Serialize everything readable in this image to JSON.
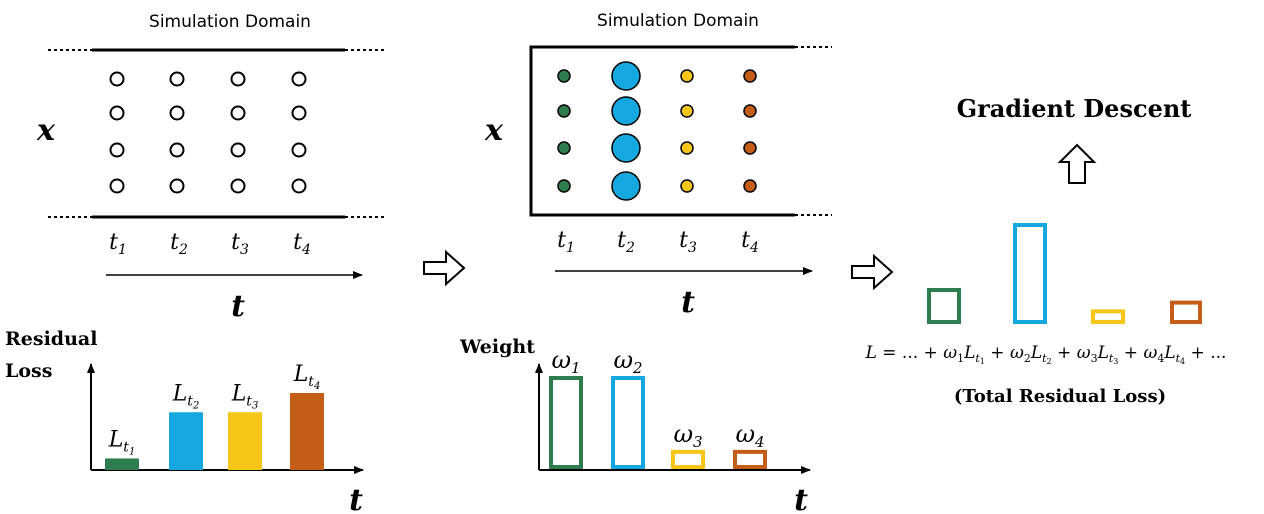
{
  "colors": {
    "green": "#2e7d4f",
    "blue": "#15a8e0",
    "yellow": "#f5c518",
    "orange": "#c45d16",
    "black": "#000000"
  },
  "left_panel": {
    "title": "Simulation Domain",
    "x_var": "x",
    "t_var": "t",
    "times": [
      "t",
      "t",
      "t",
      "t"
    ],
    "time_subs": [
      "1",
      "2",
      "3",
      "4"
    ]
  },
  "mid_panel": {
    "title": "Simulation Domain",
    "x_var": "x",
    "t_var": "t",
    "times": [
      "t",
      "t",
      "t",
      "t"
    ],
    "time_subs": [
      "1",
      "2",
      "3",
      "4"
    ]
  },
  "residual_chart": {
    "ylabel_line1": "Residual",
    "ylabel_line2": "Loss",
    "xlabel": "t",
    "bar_labels": [
      "L",
      "L",
      "L",
      "L"
    ],
    "bar_label_subs": [
      "1",
      "2",
      "3",
      "4"
    ],
    "bar_label_subsub": "t",
    "values": [
      0.15,
      0.75,
      0.75,
      1.0
    ]
  },
  "weight_chart": {
    "ylabel": "Weight",
    "xlabel": "t",
    "bar_labels": [
      "ω",
      "ω",
      "ω",
      "ω"
    ],
    "bar_label_subs": [
      "1",
      "2",
      "3",
      "4"
    ],
    "values": [
      1.0,
      1.0,
      0.17,
      0.17
    ]
  },
  "total_chart": {
    "values": [
      0.33,
      1.0,
      0.11,
      0.2
    ]
  },
  "equation": {
    "lhs": "L",
    "equals": "= ... +",
    "terms": [
      {
        "w": "ω",
        "w_sub": "1",
        "l": "L",
        "l_sub": "t",
        "l_subsub": "1",
        "sep": "+"
      },
      {
        "w": "ω",
        "w_sub": "2",
        "l": "L",
        "l_sub": "t",
        "l_subsub": "2",
        "sep": "+"
      },
      {
        "w": "ω",
        "w_sub": "3",
        "l": "L",
        "l_sub": "t",
        "l_subsub": "3",
        "sep": "+"
      },
      {
        "w": "ω",
        "w_sub": "4",
        "l": "L",
        "l_sub": "t",
        "l_subsub": "4",
        "sep": "+ ..."
      }
    ],
    "caption": "(Total Residual Loss)"
  },
  "gradient_descent": "Gradient Descent"
}
